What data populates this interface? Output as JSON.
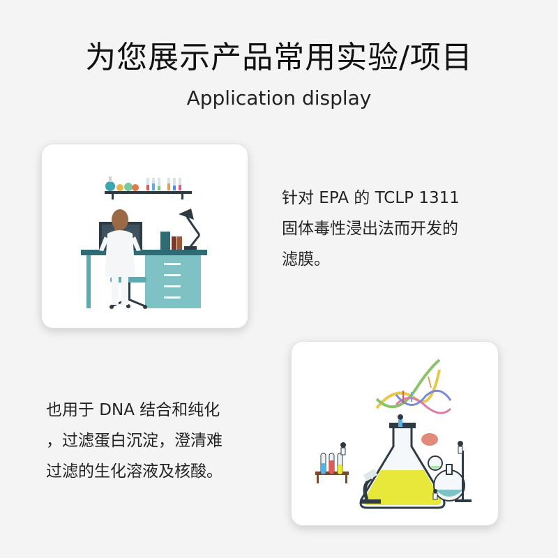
{
  "header": {
    "title": "为您展示产品常用实验/项目",
    "subtitle": "Application display"
  },
  "section1": {
    "lines": [
      "针对 EPA 的 TCLP 1311",
      "固体毒性浸出法而开发的",
      "滤膜。"
    ]
  },
  "section2": {
    "lines": [
      "也用于 DNA 结合和纯化",
      "，过滤蛋白沉淀，澄清难",
      "过滤的生化溶液及核酸。"
    ]
  },
  "colors": {
    "teal": "#5aaab0",
    "dark_teal": "#2f6b73",
    "flask_liquid": "#e8e83a"
  }
}
